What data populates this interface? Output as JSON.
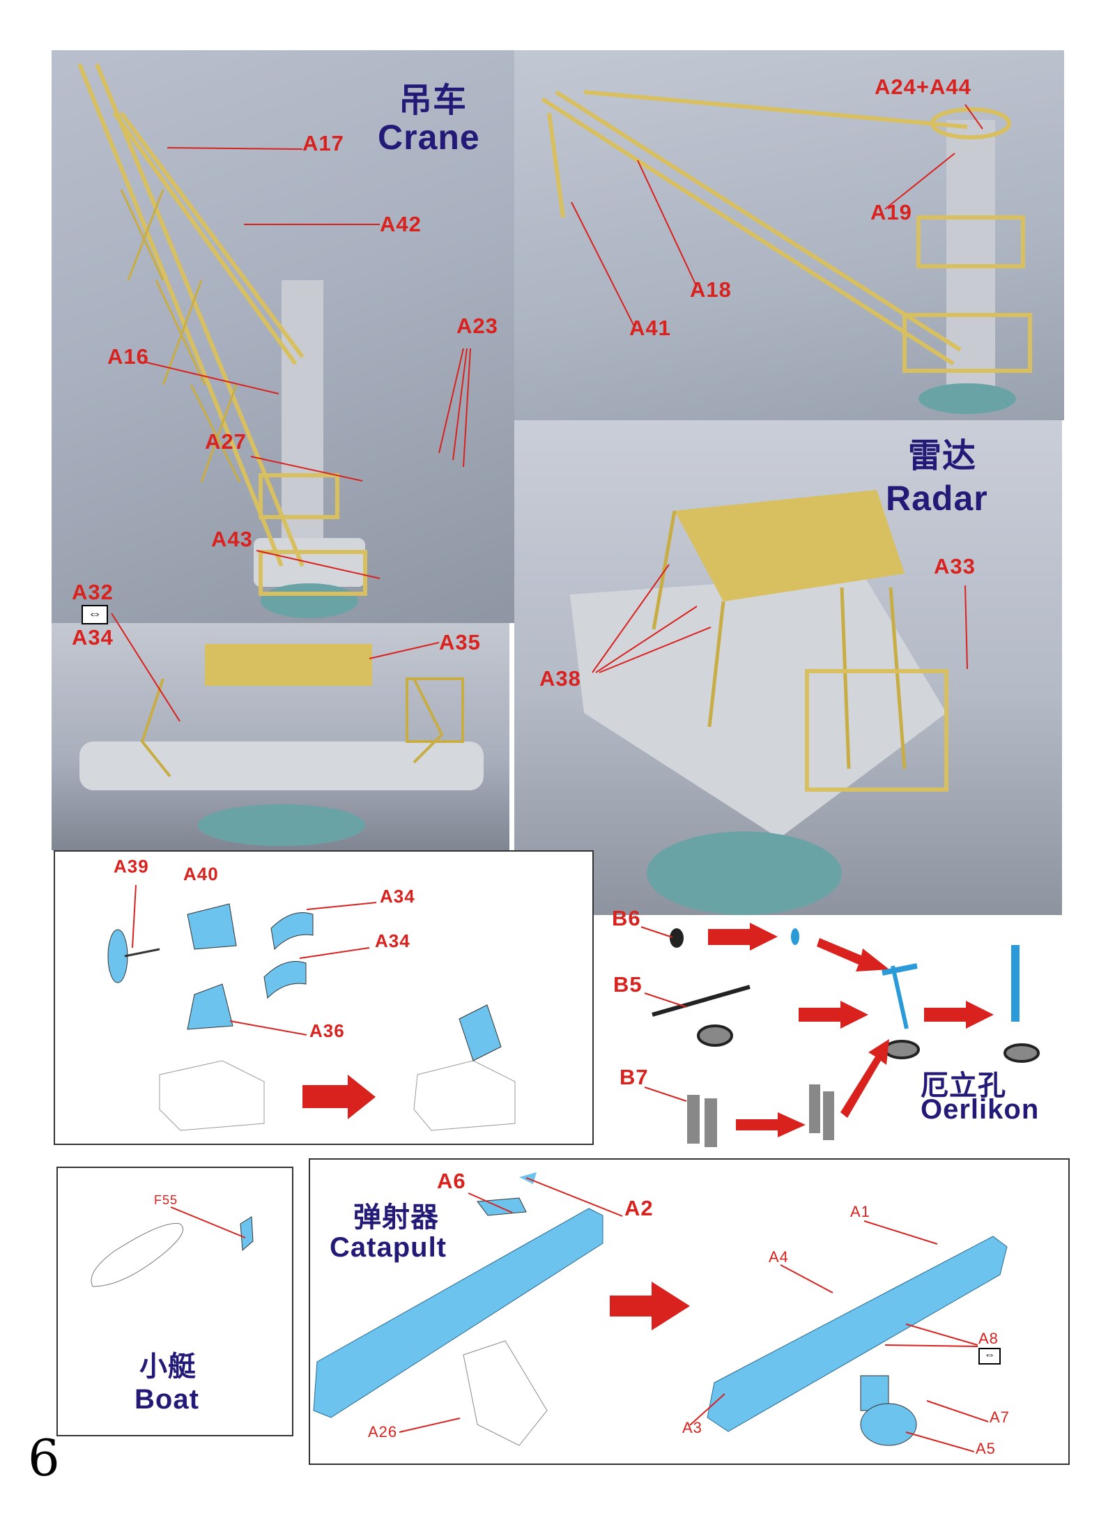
{
  "sections": {
    "crane": {
      "title_zh": "吊车",
      "title_en": "Crane"
    },
    "radar": {
      "title_zh": "雷达",
      "title_en": "Radar"
    },
    "oerlikon": {
      "title_zh": "厄立孔",
      "title_en": "Oerlikon"
    },
    "catapult": {
      "title_zh": "弹射器",
      "title_en": "Catapult"
    },
    "boat": {
      "title_zh": "小艇",
      "title_en": "Boat"
    }
  },
  "labels": {
    "crane_photo_1": [
      "A17",
      "A42",
      "A16",
      "A23",
      "A27",
      "A43"
    ],
    "crane_photo_2": [
      "A24+A44",
      "A19",
      "A18",
      "A41"
    ],
    "radar_small": [
      "A32",
      "A34",
      "A35"
    ],
    "radar_big": [
      "A33",
      "A38"
    ],
    "radar_diagram": [
      "A39",
      "A40",
      "A34",
      "A34",
      "A36"
    ],
    "oerlikon": [
      "B6",
      "B5",
      "B7"
    ],
    "boat": [
      "F55"
    ],
    "catapult": [
      "A6",
      "A2",
      "A1",
      "A4",
      "A8",
      "A26",
      "A3",
      "A7",
      "A5"
    ]
  },
  "swap_icon": "swap-arrows-icon",
  "page_number": "6",
  "colors": {
    "label": "#d9211e",
    "title": "#231a78",
    "part_blue": "#6cc3ee",
    "brass": "#d8c060",
    "arrow": "#d9211e"
  }
}
